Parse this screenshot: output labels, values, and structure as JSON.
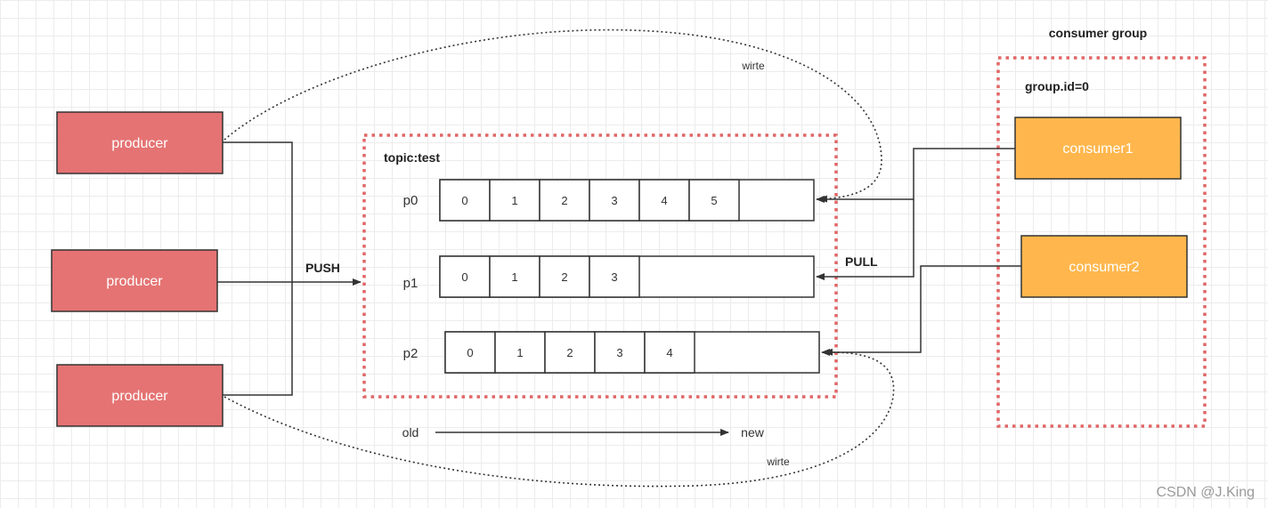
{
  "colors": {
    "producer_fill": "#e57373",
    "consumer_fill": "#ffb74d",
    "dotted_border": "#e06666",
    "stroke": "#333333"
  },
  "producers": [
    {
      "label": "producer"
    },
    {
      "label": "producer"
    },
    {
      "label": "producer"
    }
  ],
  "push_label": "PUSH",
  "pull_label": "PULL",
  "topic": {
    "label": "topic:test",
    "partitions": [
      {
        "name": "p0",
        "cells": [
          "0",
          "1",
          "2",
          "3",
          "4",
          "5"
        ]
      },
      {
        "name": "p1",
        "cells": [
          "0",
          "1",
          "2",
          "3"
        ]
      },
      {
        "name": "p2",
        "cells": [
          "0",
          "1",
          "2",
          "3",
          "4"
        ]
      }
    ]
  },
  "timeline": {
    "old": "old",
    "new": "new"
  },
  "write_labels": [
    "wirte",
    "wirte"
  ],
  "consumer_group": {
    "title": "consumer group",
    "group_id": "group.id=0",
    "consumers": [
      {
        "label": "consumer1"
      },
      {
        "label": "consumer2"
      }
    ]
  },
  "watermark": "CSDN @J.King"
}
